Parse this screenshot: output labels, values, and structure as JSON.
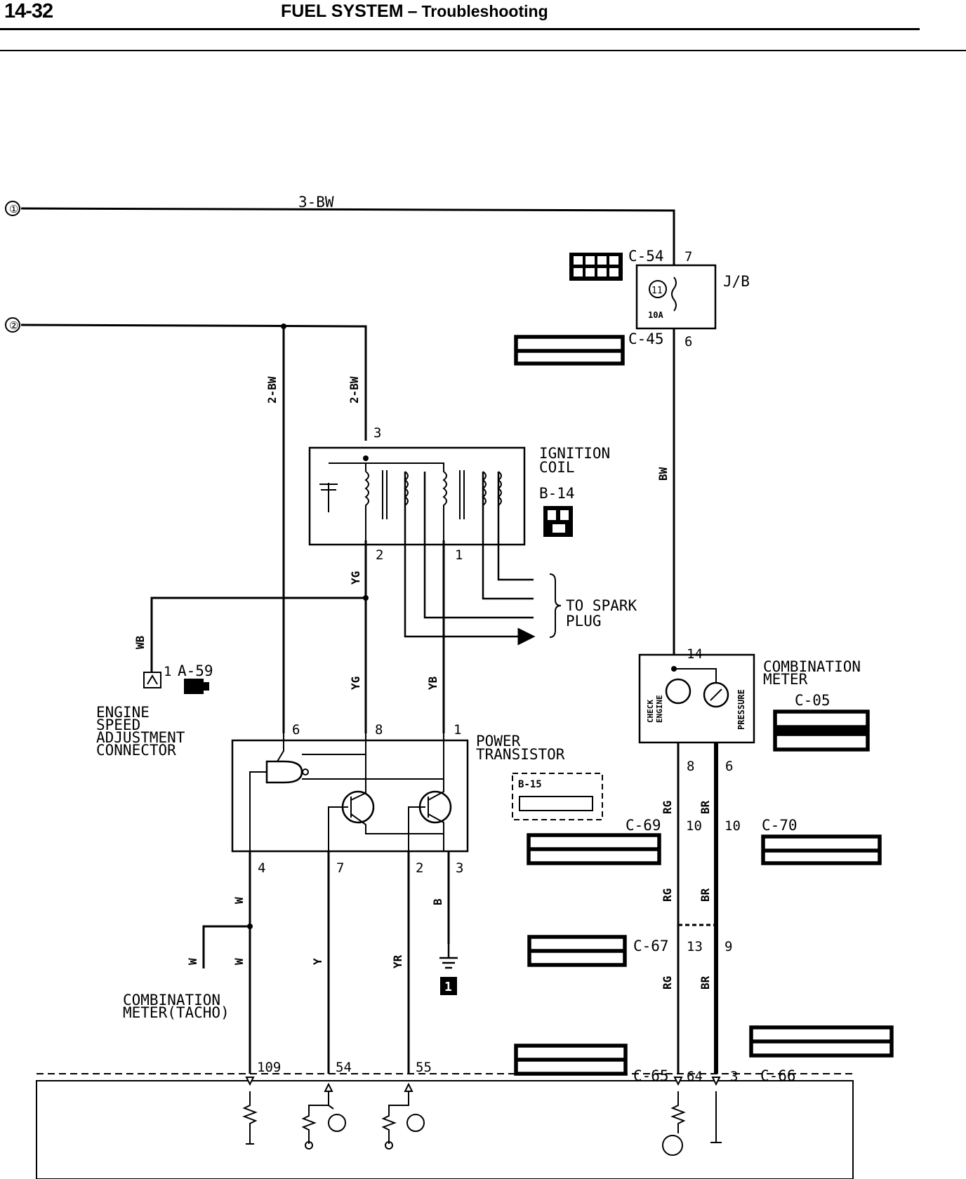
{
  "header": {
    "page_number": "14-32",
    "section": "FUEL SYSTEM",
    "dash": "–",
    "subsection": "Troubleshooting"
  },
  "inputs": {
    "in1": "①",
    "in2": "②"
  },
  "wires": {
    "w_3bw": "3-BW",
    "w_2bw_a": "2-BW",
    "w_2bw_b": "2-BW",
    "w_bw": "BW",
    "w_yg_top": "YG",
    "w_yg_mid": "YG",
    "w_wb": "WB",
    "w_yb": "YB",
    "w_w1": "W",
    "w_w2": "W",
    "w_w3": "W",
    "w_y": "Y",
    "w_yr": "YR",
    "w_b": "B",
    "w_rg1": "RG",
    "w_rg2": "RG",
    "w_rg3": "RG",
    "w_br1": "BR",
    "w_br2": "BR",
    "w_br3": "BR"
  },
  "connectors": {
    "c54": "C-54",
    "c45": "C-45",
    "b14": "B-14",
    "a59": "A-59",
    "b15": "B-15",
    "c05": "C-05",
    "c69": "C-69",
    "c70": "C-70",
    "c67": "C-67",
    "c65": "C-65",
    "c66": "C-66"
  },
  "components": {
    "jb": "J/B",
    "fuse_num": "11",
    "fuse_rating": "10A",
    "ignition_coil_l1": "IGNITION",
    "ignition_coil_l2": "COIL",
    "spark_l1": "TO SPARK",
    "spark_l2": "PLUG",
    "power_tr_l1": "POWER",
    "power_tr_l2": "TRANSISTOR",
    "comb_meter_l1": "COMBINATION",
    "comb_meter_l2": "METER",
    "check_engine_l1": "CHECK",
    "check_engine_l2": "ENGINE",
    "pressure": "PRESSURE",
    "esa_l1": "ENGINE",
    "esa_l2": "SPEED",
    "esa_l3": "ADJUSTMENT",
    "esa_l4": "CONNECTOR",
    "tacho_l1": "COMBINATION",
    "tacho_l2": "METER(TACHO)",
    "ground_badge": "1"
  },
  "pins": {
    "p7_c54": "7",
    "p6_c45": "6",
    "p3_coil": "3",
    "p2_coil": "2",
    "p1_coil": "1",
    "p1_a59": "1",
    "p14_meter": "14",
    "p8_meter": "8",
    "p6_meter": "6",
    "p6_pt": "6",
    "p8_pt": "8",
    "p1_pt": "1",
    "p4_pt": "4",
    "p7_pt": "7",
    "p2_pt": "2",
    "p3_pt": "3",
    "p10_c69": "10",
    "p10_c70": "10",
    "p13_c67": "13",
    "p9_c67": "9",
    "p109": "109",
    "p54": "54",
    "p55": "55",
    "p64": "64",
    "p3_c66": "3"
  }
}
